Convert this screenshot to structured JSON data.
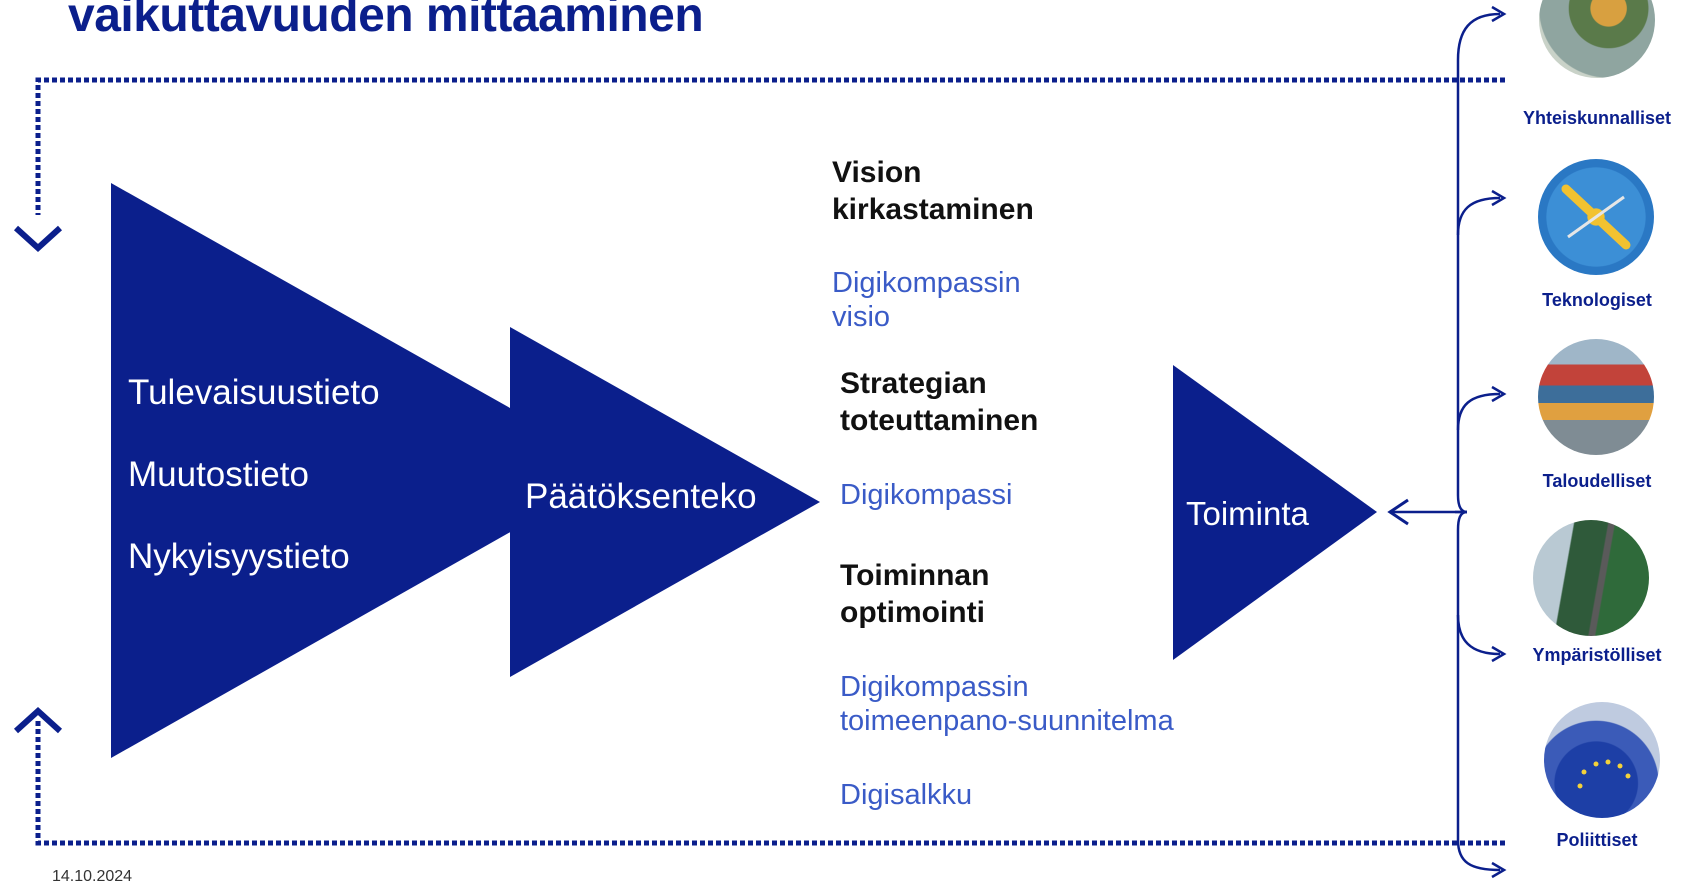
{
  "title": "vaikuttavuuden mittaaminen",
  "date": "14.10.2024",
  "inputs": [
    "Tulevaisuustieto",
    "Muutostieto",
    "Nykyisyystieto"
  ],
  "decision": "Päätöksenteko",
  "action": "Toiminta",
  "levels": [
    {
      "heading": "Vision\nkirkastaminen",
      "tool": "Digikompassin\nvisio"
    },
    {
      "heading": "Strategian\ntoteuttaminen",
      "tool": "Digikompassi"
    },
    {
      "heading": "Toiminnan\noptimointi",
      "tool": "Digikompassin\ntoimeenpano-suunnitelma"
    }
  ],
  "extra_tool": "Digisalkku",
  "impacts": [
    {
      "label": "Yhteiskunnalliset",
      "icon": "family-walking-photo"
    },
    {
      "label": "Teknologiset",
      "icon": "drone-photo"
    },
    {
      "label": "Taloudelliset",
      "icon": "shipping-containers-photo"
    },
    {
      "label": "Ympäristölliset",
      "icon": "forest-road-photo"
    },
    {
      "label": "Poliittiset",
      "icon": "eu-flags-photo"
    }
  ],
  "colors": {
    "primary": "#0b1f8c",
    "accent_text": "#3a5bc7",
    "heading_text": "#111111"
  }
}
